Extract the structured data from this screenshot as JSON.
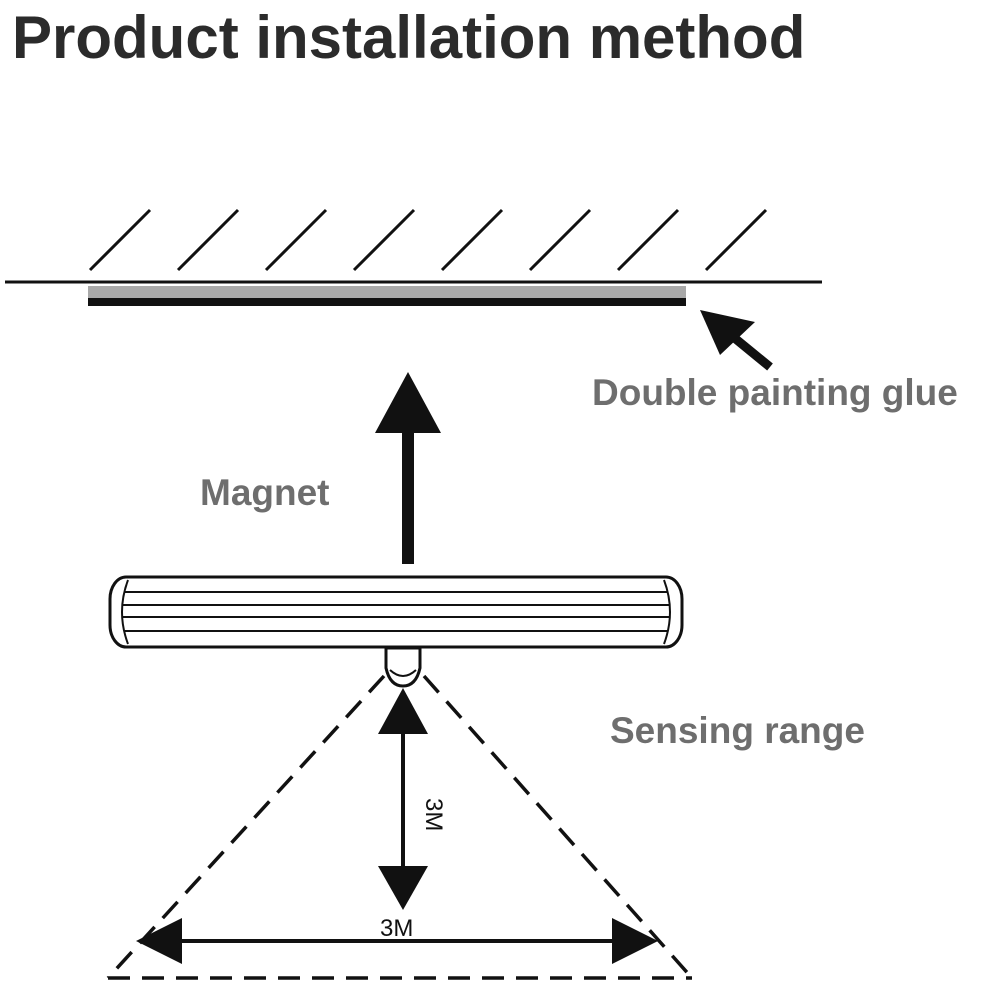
{
  "title": "Product installation method",
  "labels": {
    "glue": "Double painting glue",
    "magnet": "Magnet",
    "sensing": "Sensing range"
  },
  "dimensions": {
    "height": "3M",
    "width": "3M"
  },
  "colors": {
    "title": "#2b2b2b",
    "label": "#6e6e6e",
    "line": "#111111",
    "glue": "#a9a9a9"
  }
}
